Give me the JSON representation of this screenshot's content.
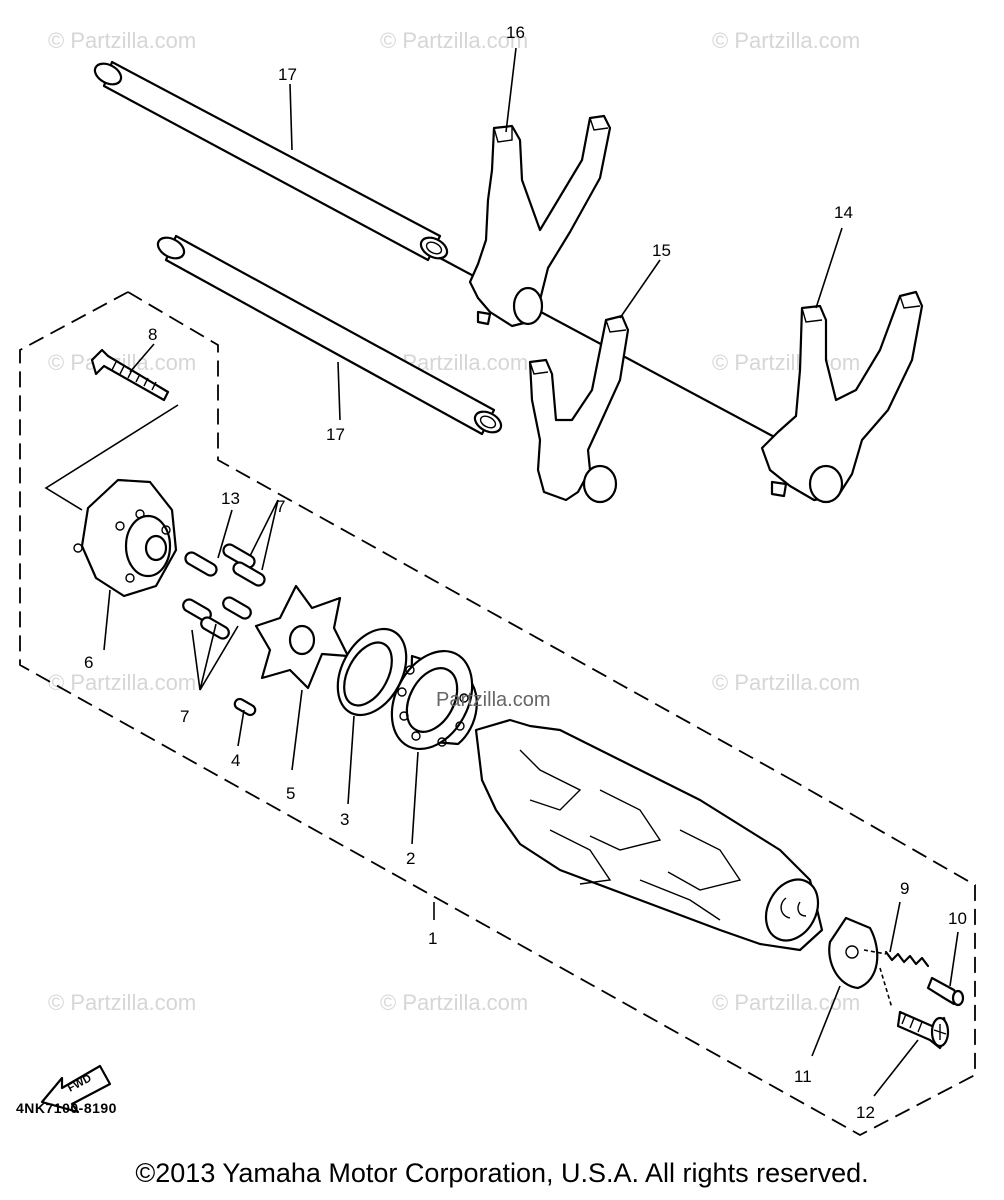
{
  "watermark": "© Partzilla.com",
  "center_watermark": "Partzilla.com",
  "callouts": [
    "1",
    "2",
    "3",
    "4",
    "5",
    "6",
    "7",
    "7",
    "8",
    "9",
    "10",
    "11",
    "12",
    "13",
    "14",
    "15",
    "16",
    "17",
    "17"
  ],
  "fwd_label": "FWD",
  "part_number": "4NK7100-8190",
  "copyright": "©2013 Yamaha Motor Corporation, U.S.A. All rights reserved."
}
